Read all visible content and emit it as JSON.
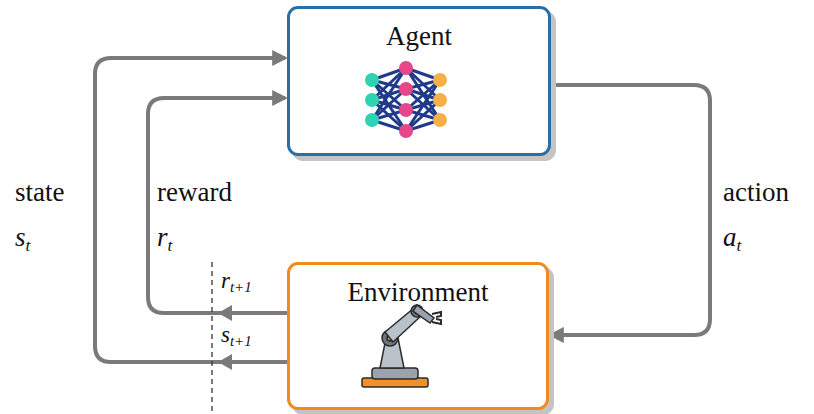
{
  "diagram": {
    "nodes": [
      {
        "text": [
          "Agent"
        ]
      },
      {
        "text": [
          "Environment"
        ]
      }
    ],
    "edges": [
      {
        "from": 0,
        "to": 1,
        "arrow": "to",
        "label": "action at"
      },
      {
        "from": 1,
        "to": 0,
        "arrow": "to",
        "label": "state st"
      },
      {
        "from": 1,
        "to": 0,
        "arrow": "to",
        "label": "reward rt"
      }
    ],
    "labels": [
      "rt+1",
      "st+1"
    ]
  }
}
